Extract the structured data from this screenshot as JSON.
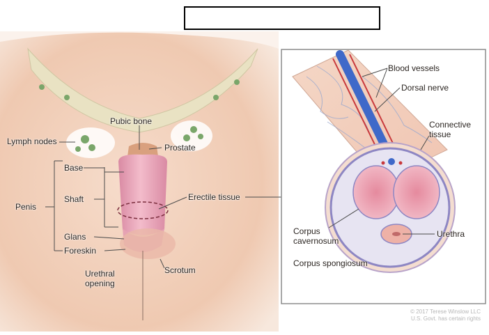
{
  "title_box": {
    "text": ""
  },
  "left_view": {
    "labels": {
      "pubic_bone": "Pubic bone",
      "lymph_nodes": "Lymph nodes",
      "prostate": "Prostate",
      "base": "Base",
      "shaft": "Shaft",
      "penis": "Penis",
      "glans": "Glans",
      "foreskin": "Foreskin",
      "erectile_tissue": "Erectile tissue",
      "urethral_opening": "Urethral opening",
      "scrotum": "Scrotum"
    }
  },
  "inset_view": {
    "labels": {
      "blood_vessels": "Blood vessels",
      "dorsal_nerve": "Dorsal nerve",
      "connective_tissue": "Connective tissue",
      "corpus_cavernosum": "Corpus cavernosum",
      "urethra": "Urethra",
      "corpus_spongiosum": "Corpus spongiosum"
    }
  },
  "credit": {
    "line1": "© 2017 Terese Winslow LLC",
    "line2": "U.S. Govt. has certain rights"
  },
  "colors": {
    "skin": "#f3d3bf",
    "bone": "#e9e2c3",
    "tissue_pink": "#e7a8b6",
    "vessel_blue": "#3f69c9",
    "vessel_red": "#c8393c",
    "frame": "#8c8c8c",
    "leader": "#4a4a4a"
  }
}
